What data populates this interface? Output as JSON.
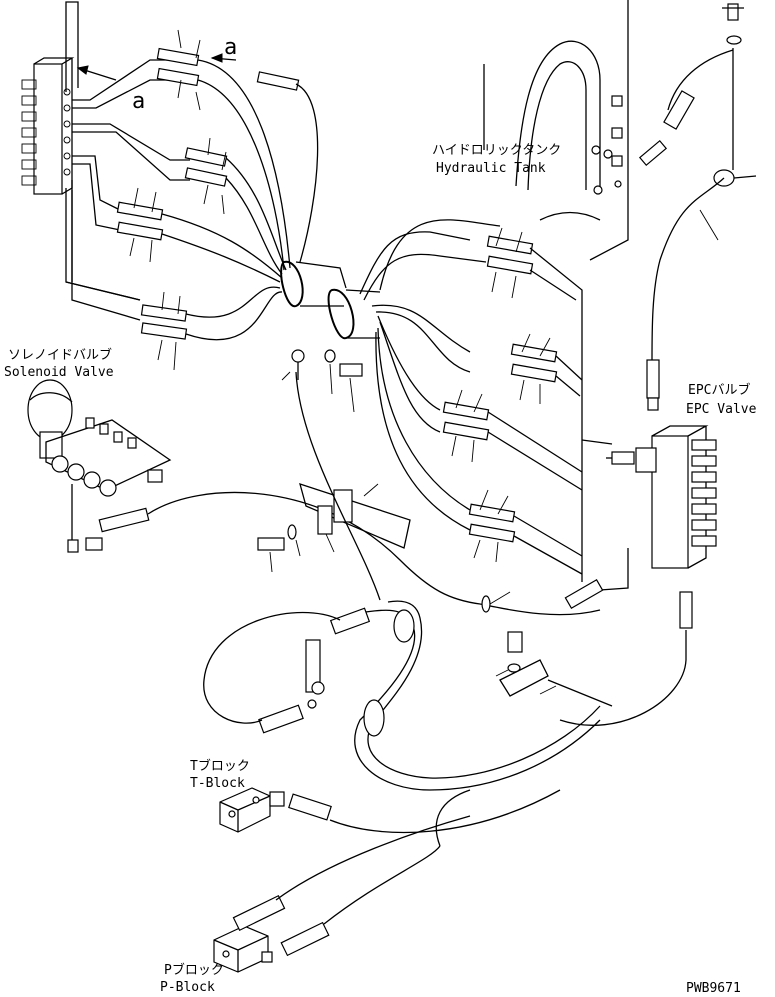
{
  "labels": {
    "arrow_a_top": "a",
    "arrow_a_left": "a",
    "hydraulic_tank_jp": "ハイドロリックタンク",
    "hydraulic_tank_en": "Hydraulic Tank",
    "solenoid_valve_jp": "ソレノイドバルブ",
    "solenoid_valve_en": "Solenoid Valve",
    "epc_valve_jp": "EPCバルブ",
    "epc_valve_en": "EPC Valve",
    "t_block_jp": "Tブロック",
    "t_block_en": "T-Block",
    "p_block_jp": "Pブロック",
    "p_block_en": "P-Block",
    "drawing_number": "PWB9671"
  }
}
